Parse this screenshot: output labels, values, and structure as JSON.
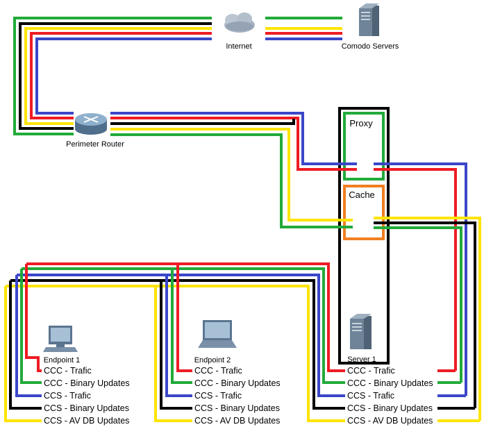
{
  "colors": {
    "green": "#22aa3a",
    "black": "#000000",
    "yellow": "#ffe400",
    "red": "#ee1c24",
    "blue": "#3a46c8",
    "proxy_border": "#22aa3a",
    "cache_border": "#f07f22",
    "server_border": "#000000"
  },
  "nodes": {
    "internet": {
      "label": "Internet",
      "icon": "cloud-icon"
    },
    "comodo": {
      "label": "Comodo Servers",
      "icon": "server-tower-icon"
    },
    "router": {
      "label": "Perimeter Router",
      "icon": "router-icon"
    },
    "proxy": {
      "label": "Proxy"
    },
    "cache": {
      "label": "Cache"
    },
    "server1": {
      "label": "Server 1",
      "icon": "server-tower-icon"
    },
    "endpoint1": {
      "label": "Endpoint 1",
      "icon": "desktop-pc-icon"
    },
    "endpoint2": {
      "label": "Endpoint 2",
      "icon": "laptop-icon"
    }
  },
  "legend": [
    {
      "label": "CCC - Trafic",
      "color": "red"
    },
    {
      "label": "CCC - Binary Updates",
      "color": "green"
    },
    {
      "label": "CCS - Trafic",
      "color": "blue"
    },
    {
      "label": "CCS - Binary Updates",
      "color": "black"
    },
    {
      "label": "CCS - AV DB Updates",
      "color": "yellow"
    }
  ]
}
